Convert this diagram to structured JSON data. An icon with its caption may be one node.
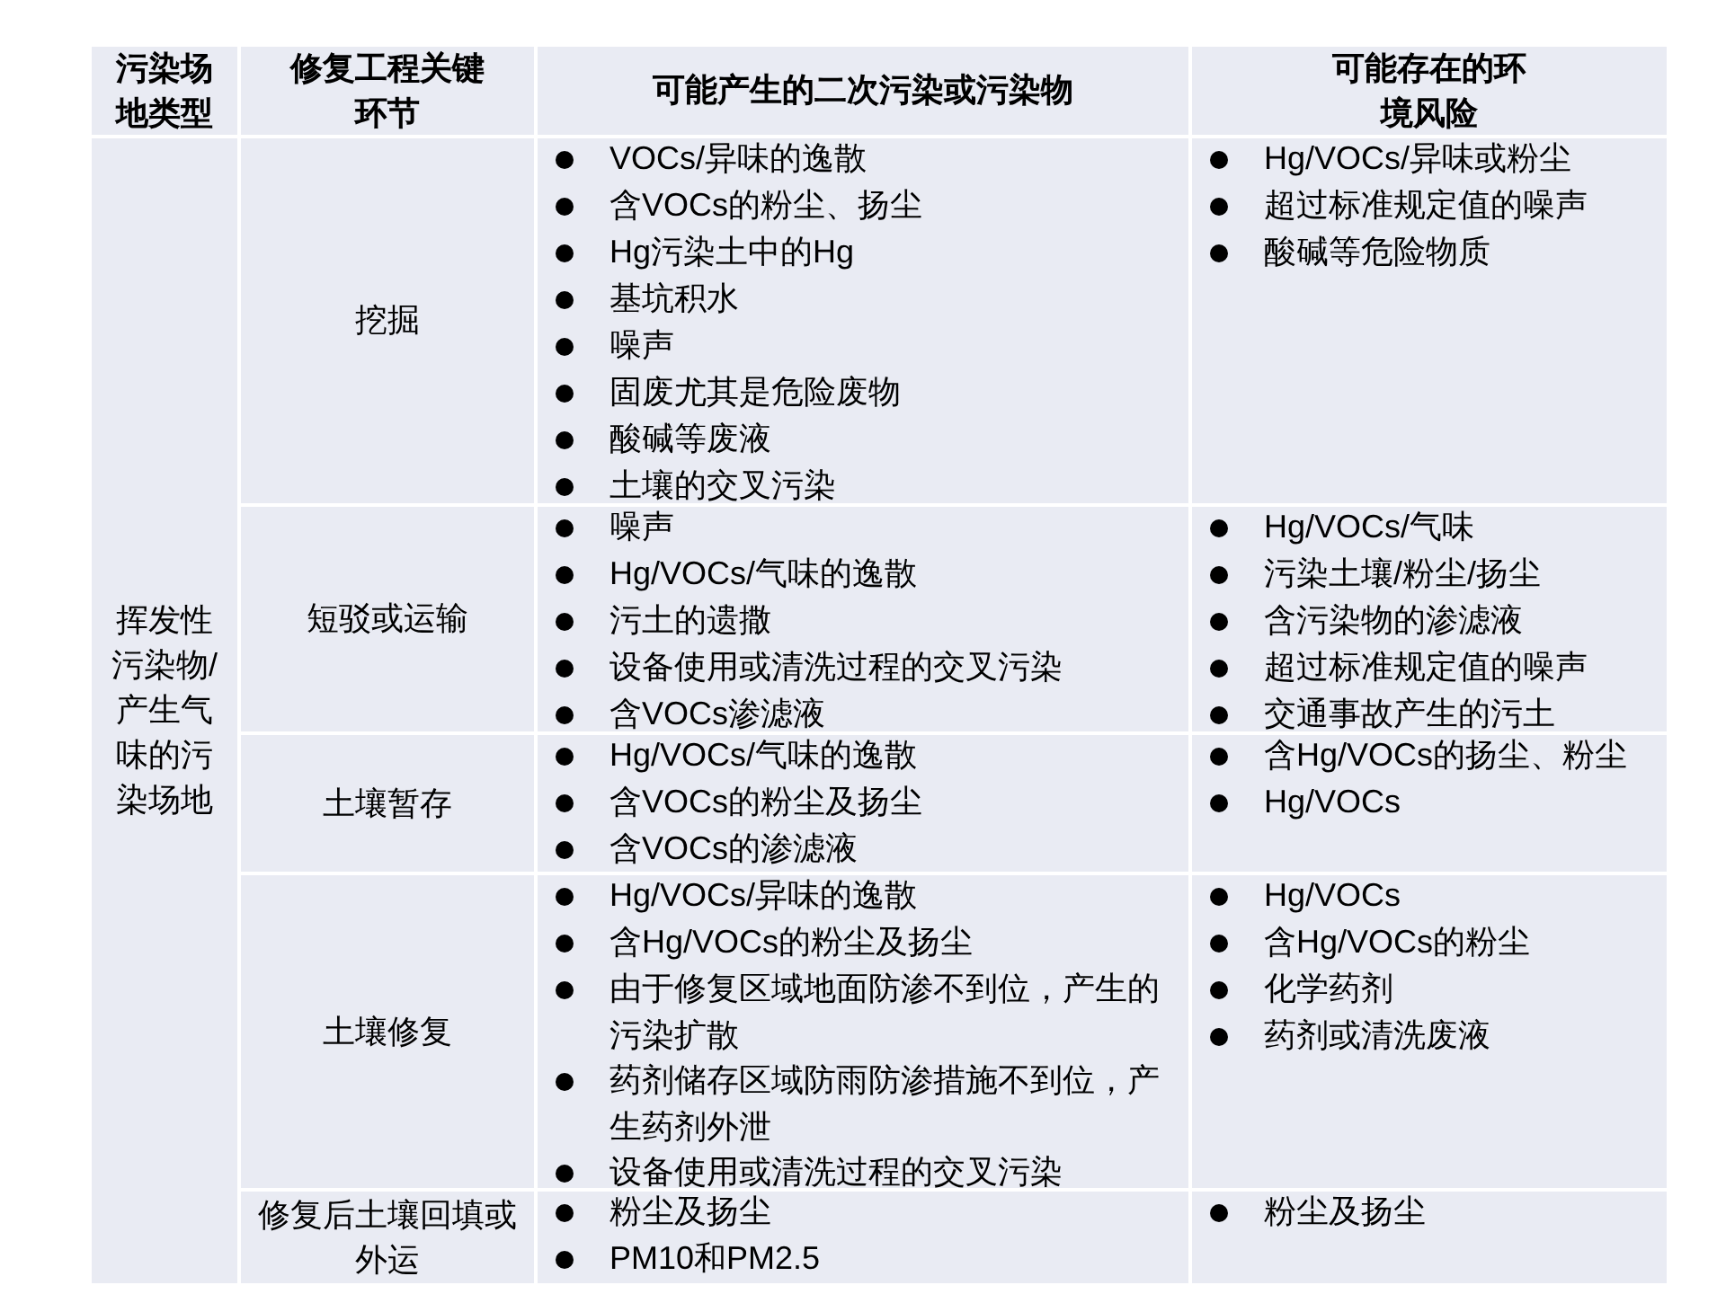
{
  "diagram": {
    "labels": [
      "污染场地类型",
      "修复工程关键环节",
      "可能产生的二次污染或污染物",
      "可能存在的环境风险",
      "挥发性污染物/产生气味的污染场地",
      "挖掘",
      "VOCs/异味的逸散",
      "含VOCs的粉尘、扬尘",
      "Hg污染土中的Hg",
      "基坑积水",
      "噪声",
      "固废尤其是危险废物",
      "酸碱等废液",
      "土壤的交叉污染",
      "Hg/VOCs/异味或粉尘",
      "超过标准规定值的噪声",
      "酸碱等危险物质",
      "短驳或运输",
      "噪声",
      "Hg/VOCs/气味的逸散",
      "污土的遗撒",
      "设备使用或清洗过程的交叉污染",
      "含VOCs渗滤液",
      "Hg/VOCs/气味",
      "污染土壤/粉尘/扬尘",
      "含污染物的渗滤液",
      "超过标准规定值的噪声",
      "交通事故产生的污土",
      "土壤暂存",
      "Hg/VOCs/气味的逸散",
      "含VOCs的粉尘及扬尘",
      "含VOCs的渗滤液",
      "含Hg/VOCs的扬尘、粉尘",
      "Hg/VOCs",
      "土壤修复",
      "Hg/VOCs/异味的逸散",
      "含Hg/VOCs的粉尘及扬尘",
      "由于修复区域地面防渗不到位，产生的污染扩散",
      "药剂储存区域防雨防渗措施不到位，产生药剂外泄",
      "设备使用或清洗过程的交叉污染",
      "Hg/VOCs",
      "含Hg/VOCs的粉尘",
      "化学药剂",
      "药剂或清洗废液",
      "修复后土壤回填或外运",
      "粉尘及扬尘",
      "PM10和PM2.5",
      "粉尘及扬尘"
    ]
  }
}
